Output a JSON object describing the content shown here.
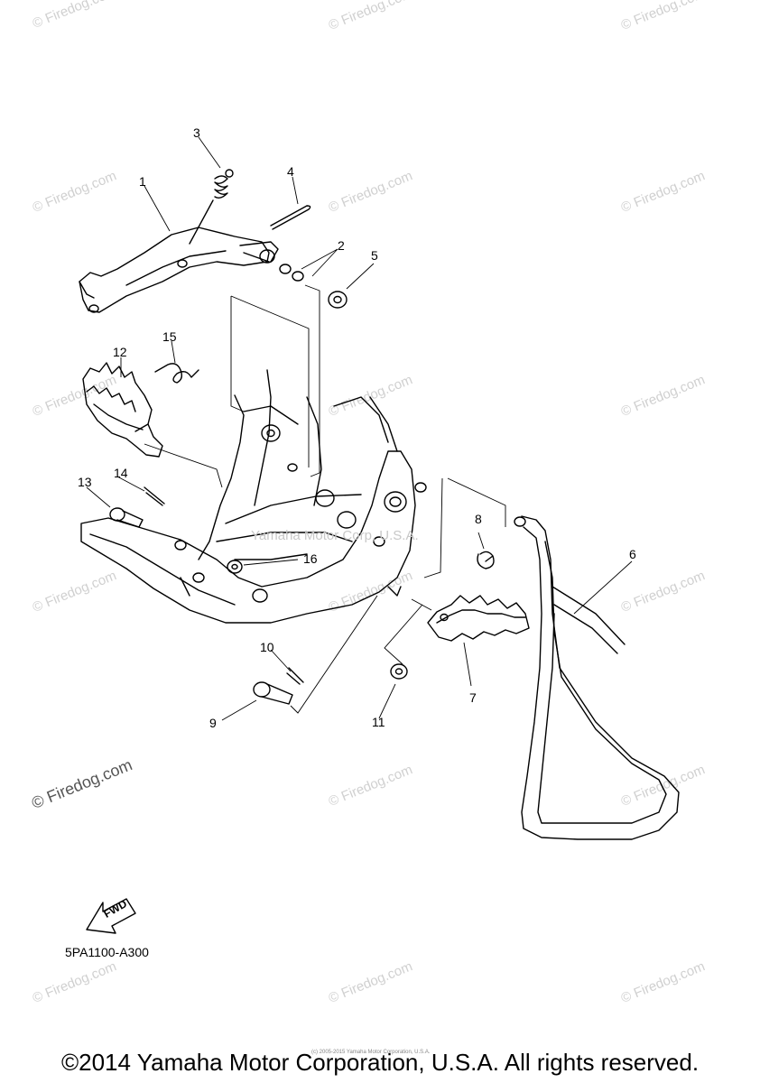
{
  "watermarks": {
    "small": "© Firedog.com",
    "large": "© Firedog.com"
  },
  "center_watermark": "Yamaha Motor Corp, U.S.A.",
  "callouts": {
    "c1": "1",
    "c2": "2",
    "c3": "3",
    "c4": "4",
    "c5": "5",
    "c6": "6",
    "c7": "7",
    "c8": "8",
    "c9": "9",
    "c10": "10",
    "c11": "11",
    "c12": "12",
    "c13": "13",
    "c14": "14",
    "c15": "15",
    "c16": "16"
  },
  "fwd_label": "FWD",
  "part_code": "5PA1100-A300",
  "fine_print": "(c) 2005-2015 Yamaha Motor Corporation, U.S.A.",
  "copyright": "©2014 Yamaha Motor Corporation, U.S.A. All rights reserved."
}
